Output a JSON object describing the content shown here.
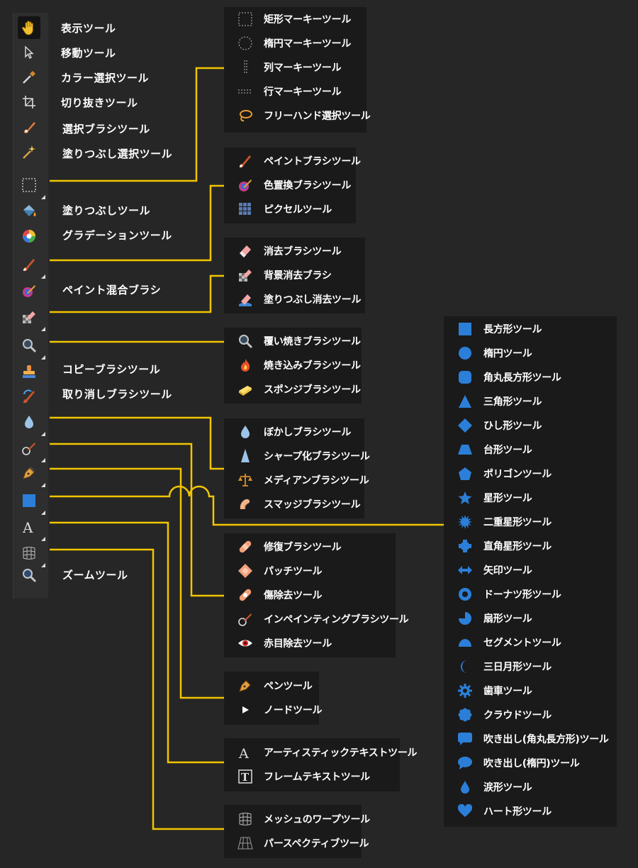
{
  "colors": {
    "background": "#262626",
    "panel": "#1a1a1a",
    "toolbar": "#2e2e2e",
    "connector": "#f2c500",
    "shape_blue": "#2b7fd8"
  },
  "toolbar": {
    "tools": [
      {
        "icon": "hand-icon"
      },
      {
        "icon": "pointer-icon"
      },
      {
        "icon": "color-picker-icon"
      },
      {
        "icon": "crop-icon"
      },
      {
        "icon": "selection-brush-icon"
      },
      {
        "icon": "magic-wand-icon"
      },
      {
        "icon": "marquee-icon"
      },
      {
        "icon": "fill-bucket-icon"
      },
      {
        "icon": "gradient-icon"
      },
      {
        "icon": "paint-brush-icon"
      },
      {
        "icon": "mixer-brush-icon"
      },
      {
        "icon": "erase-brush-icon"
      },
      {
        "icon": "dodge-icon"
      },
      {
        "icon": "clone-stamp-icon"
      },
      {
        "icon": "undo-brush-icon"
      },
      {
        "icon": "blur-drop-icon"
      },
      {
        "icon": "healing-icon"
      },
      {
        "icon": "pen-nib-icon"
      },
      {
        "icon": "square-shape-icon"
      },
      {
        "icon": "text-a-icon"
      },
      {
        "icon": "mesh-warp-icon"
      },
      {
        "icon": "zoom-icon"
      }
    ]
  },
  "labels": {
    "view": "表示ツール",
    "move": "移動ツール",
    "color_select": "カラー選択ツール",
    "crop": "切り抜きツール",
    "selection_brush": "選択ブラシツール",
    "flood_select": "塗りつぶし選択ツール",
    "flood_fill": "塗りつぶしツール",
    "gradient": "グラデーションツール",
    "paint_mixer": "ペイント混合ブラシ",
    "clone_brush": "コピーブラシツール",
    "undo_brush": "取り消しブラシツール",
    "zoom": "ズームツール"
  },
  "groups": {
    "marquee": [
      "矩形マーキーツール",
      "楕円マーキーツール",
      "列マーキーツール",
      "行マーキーツール",
      "フリーハンド選択ツール"
    ],
    "paint": [
      "ペイントブラシツール",
      "色置換ブラシツール",
      "ピクセルツール"
    ],
    "erase": [
      "消去ブラシツール",
      "背景消去ブラシ",
      "塗りつぶし消去ツール"
    ],
    "dodge": [
      "覆い焼きブラシツール",
      "焼き込みブラシツール",
      "スポンジブラシツール"
    ],
    "blur": [
      "ぼかしブラシツール",
      "シャープ化ブラシツール",
      "メディアンブラシツール",
      "スマッジブラシツール"
    ],
    "retouch": [
      "修復ブラシツール",
      "パッチツール",
      "傷除去ツール",
      "インペインティングブラシツール",
      "赤目除去ツール"
    ],
    "pen": [
      "ペンツール",
      "ノードツール"
    ],
    "text": [
      "アーティスティックテキストツール",
      "フレームテキストツール"
    ],
    "warp": [
      "メッシュのワープツール",
      "パースペクティブツール"
    ],
    "shapes": [
      "長方形ツール",
      "楕円ツール",
      "角丸長方形ツール",
      "三角形ツール",
      "ひし形ツール",
      "台形ツール",
      "ポリゴンツール",
      "星形ツール",
      "二重星形ツール",
      "直角星形ツール",
      "矢印ツール",
      "ドーナツ形ツール",
      "扇形ツール",
      "セグメントツール",
      "三日月形ツール",
      "歯車ツール",
      "クラウドツール",
      "吹き出し(角丸長方形)ツール",
      "吹き出し(楕円)ツール",
      "涙形ツール",
      "ハート形ツール"
    ]
  }
}
